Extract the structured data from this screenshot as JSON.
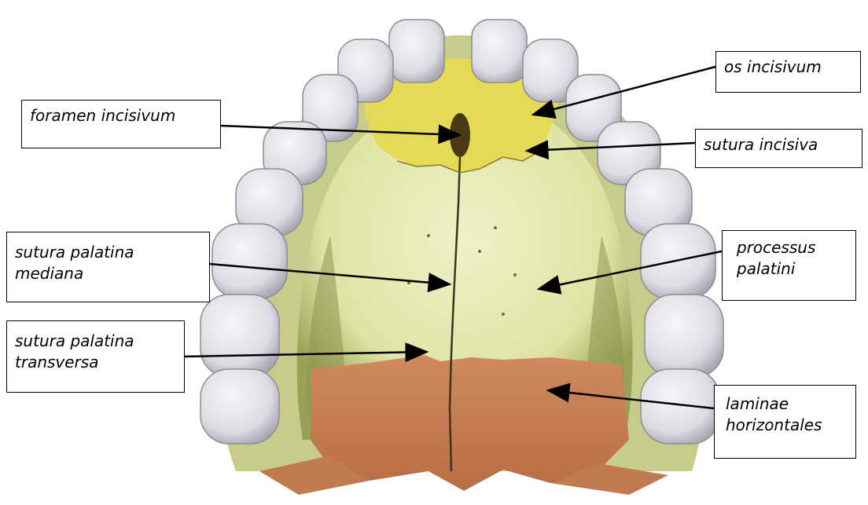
{
  "labels": {
    "foramen_incisivum": "foramen incisivum",
    "os_incisivum": "os incisivum",
    "sutura_incisiva": "sutura incisiva",
    "sutura_palatina_mediana_line1": "sutura palatina",
    "sutura_palatina_mediana_line2": "mediana",
    "processus_palatini_line1": "processus",
    "processus_palatini_line2": "palatini",
    "sutura_palatina_transversa_line1": "sutura palatina",
    "sutura_palatina_transversa_line2": "transversa",
    "laminae_horizontales_line1": "laminae",
    "laminae_horizontales_line2": "horizontales"
  },
  "colors": {
    "tooth": "#e9e9ee",
    "tooth_shade": "#b8b8c2",
    "incisive_bone": "#e4da55",
    "palatine_process": "#e6eab8",
    "palatine_shadow": "#8e9450",
    "horizontal_plate": "#c9825a",
    "horizontal_plate_dark": "#a85f3c",
    "arrow": "#000000"
  }
}
